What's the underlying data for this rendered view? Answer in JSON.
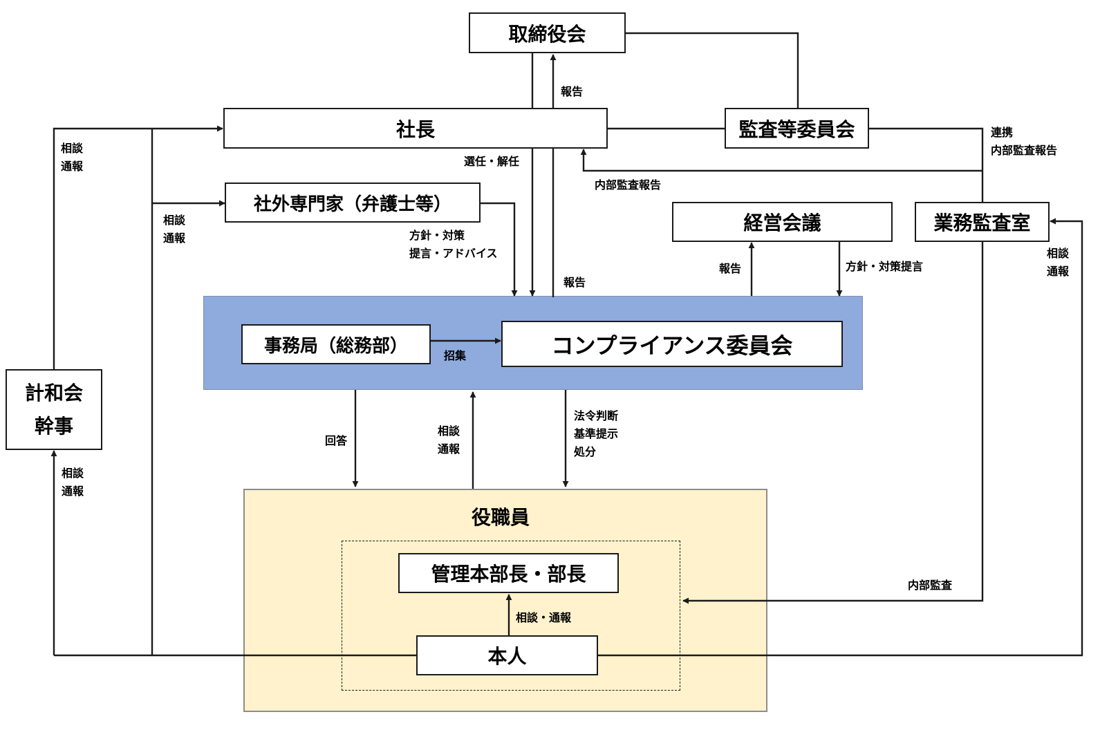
{
  "colors": {
    "committee_panel": "#8faadc",
    "staff_panel": "#fff2cc",
    "line": "#1a1a1a"
  },
  "nodes": {
    "board": "取締役会",
    "president": "社長",
    "audit_committee": "監査等委員会",
    "external_experts": "社外専門家（弁護士等）",
    "management_meeting": "経営会議",
    "internal_audit_office": "業務監査室",
    "secretariat": "事務局（総務部）",
    "compliance_committee": "コンプライアンス委員会",
    "union_line1": "計和会",
    "union_line2": "幹事",
    "staff": "役職員",
    "managers": "管理本部長・部長",
    "self": "本人"
  },
  "edge_labels": {
    "report_to_board": "報告",
    "consult_to_president": [
      "相談",
      "通報"
    ],
    "appoint_dismiss": "選任・解任",
    "internal_audit_report": "内部監査報告",
    "liaison": "連携",
    "liaison_audit_report": "内部監査報告",
    "consult_to_experts": [
      "相談",
      "通報"
    ],
    "policy_advice": [
      "方針・対策",
      "提言・アドバイス"
    ],
    "report_from_committee": "報告",
    "report_to_meeting": "報告",
    "policy_proposal": "方針・対策提言",
    "consult_to_audit_office": [
      "相談",
      "通報"
    ],
    "convene": "招集",
    "answer": "回答",
    "consult_to_committee": [
      "相談",
      "通報"
    ],
    "legal_judgment": [
      "法令判断",
      "基準提示",
      "処分"
    ],
    "consult_to_union": [
      "相談",
      "通報"
    ],
    "consult_to_managers": "相談・通報",
    "internal_audit": "内部監査"
  }
}
